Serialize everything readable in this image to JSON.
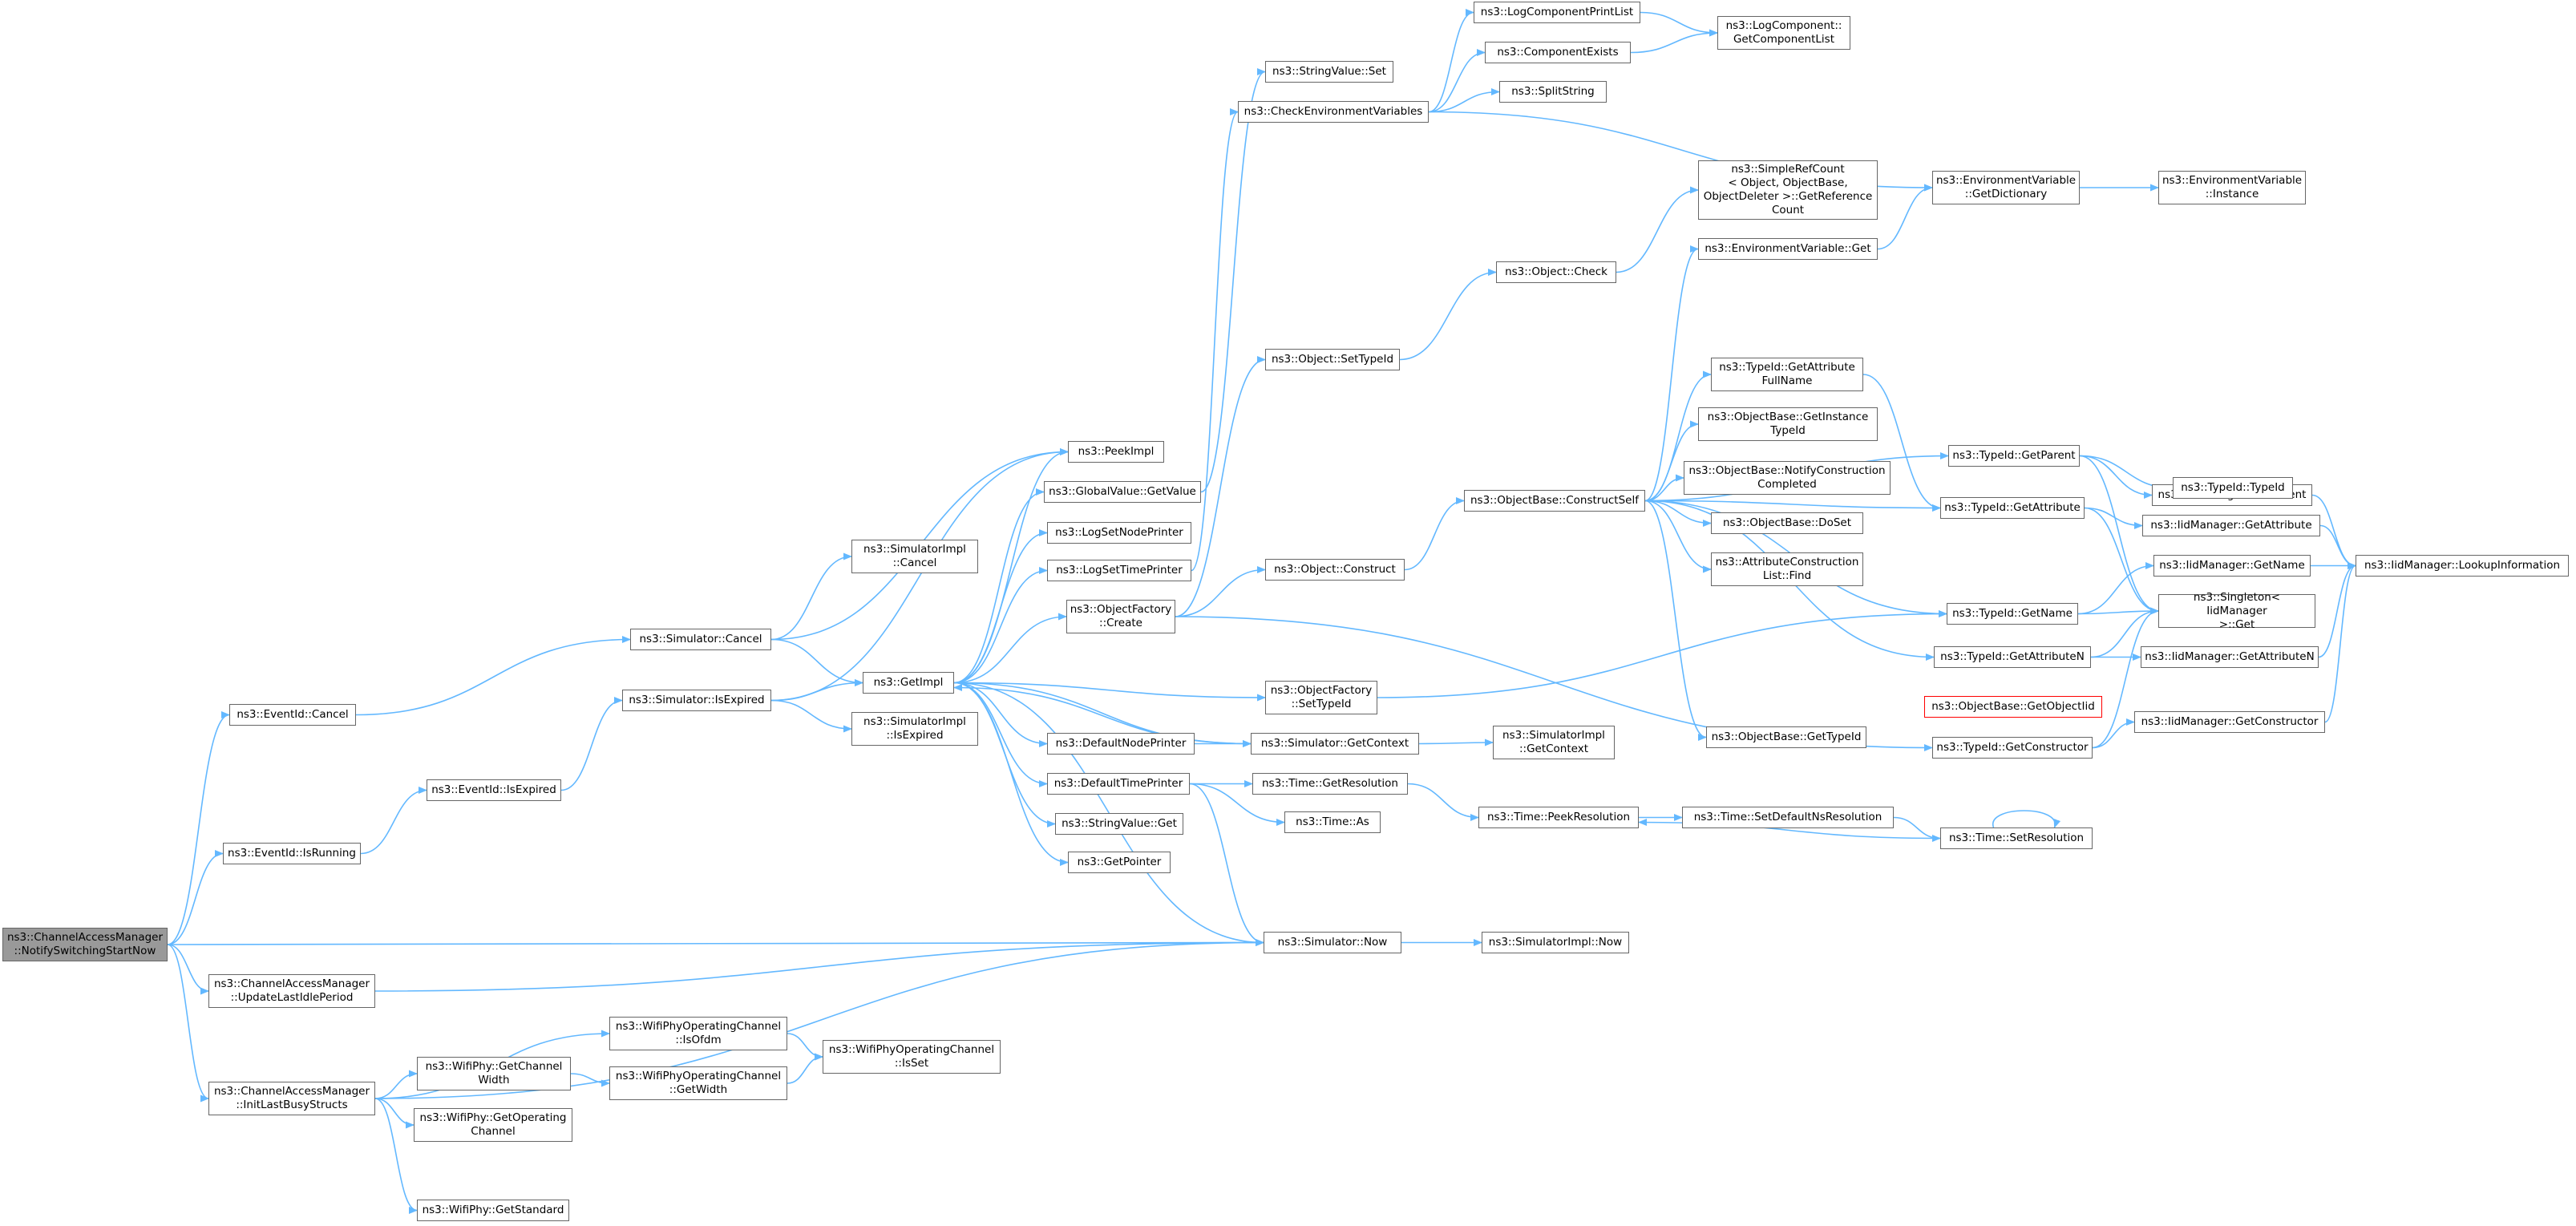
{
  "colors": {
    "edge": "#63b8ff",
    "border": "#666666",
    "root_fill": "#999999",
    "red_border": "#ff0000"
  },
  "nodes": {
    "root": "ns3::ChannelAccessManager\n::NotifySwitchingStartNow",
    "eventid_cancel": "ns3::EventId::Cancel",
    "eventid_isrunning": "ns3::EventId::IsRunning",
    "cam_updatelastidle": "ns3::ChannelAccessManager\n::UpdateLastIdlePeriod",
    "cam_initlastbusy": "ns3::ChannelAccessManager\n::InitLastBusyStructs",
    "eventid_isexpired": "ns3::EventId::IsExpired",
    "wifiphy_getchannelwidth": "ns3::WifiPhy::GetChannel\nWidth",
    "wifiphy_getoperatingchannel": "ns3::WifiPhy::GetOperating\nChannel",
    "wifiphy_getstandard": "ns3::WifiPhy::GetStandard",
    "simulator_cancel": "ns3::Simulator::Cancel",
    "simulator_isexpired": "ns3::Simulator::IsExpired",
    "simimpl_cancel": "ns3::SimulatorImpl\n::Cancel",
    "simimpl_isexpired": "ns3::SimulatorImpl\n::IsExpired",
    "wopc_isofdm": "ns3::WifiPhyOperatingChannel\n::IsOfdm",
    "wopc_getwidth": "ns3::WifiPhyOperatingChannel\n::GetWidth",
    "wopc_isset": "ns3::WifiPhyOperatingChannel\n::IsSet",
    "getimpl": "ns3::GetImpl",
    "peekimpl": "ns3::PeekImpl",
    "globalvalue_getvalue": "ns3::GlobalValue::GetValue",
    "logsetnodeprinter": "ns3::LogSetNodePrinter",
    "logsettimeprinter": "ns3::LogSetTimePrinter",
    "objectfactory_create": "ns3::ObjectFactory\n::Create",
    "defaultnodeprinter": "ns3::DefaultNodePrinter",
    "defaulttimeprinter": "ns3::DefaultTimePrinter",
    "stringvalue_get": "ns3::StringValue::Get",
    "getpointer": "ns3::GetPointer",
    "stringvalue_set": "ns3::StringValue::Set",
    "checkenvvars": "ns3::CheckEnvironmentVariables",
    "object_settypeid": "ns3::Object::SetTypeId",
    "object_construct": "ns3::Object::Construct",
    "objectfactory_settypeid": "ns3::ObjectFactory\n::SetTypeId",
    "simulator_getcontext": "ns3::Simulator::GetContext",
    "time_getresolution": "ns3::Time::GetResolution",
    "time_as": "ns3::Time::As",
    "simulator_now": "ns3::Simulator::Now",
    "logcomponentprintlist": "ns3::LogComponentPrintList",
    "componentexists": "ns3::ComponentExists",
    "splitstring": "ns3::SplitString",
    "object_check": "ns3::Object::Check",
    "objectbase_constructself": "ns3::ObjectBase::ConstructSelf",
    "simimpl_getcontext": "ns3::SimulatorImpl\n::GetContext",
    "time_peekresolution": "ns3::Time::PeekResolution",
    "simimpl_now": "ns3::SimulatorImpl::Now",
    "logcomponent_getcomponentlist": "ns3::LogComponent::\nGetComponentList",
    "simplerefcount": "ns3::SimpleRefCount\n< Object, ObjectBase,\n ObjectDeleter >::GetReference\nCount",
    "envvar_get": "ns3::EnvironmentVariable::Get",
    "typeid_getattributefullname": "ns3::TypeId::GetAttribute\nFullName",
    "objectbase_getinstancetypeid": "ns3::ObjectBase::GetInstance\nTypeId",
    "objectbase_notifyconstructioncompleted": "ns3::ObjectBase::NotifyConstruction\nCompleted",
    "objectbase_doset": "ns3::ObjectBase::DoSet",
    "attributeconstructionlist_find": "ns3::AttributeConstruction\nList::Find",
    "objectbase_gettypeid": "ns3::ObjectBase::GetTypeId",
    "time_setdefaultnsresolution": "ns3::Time::SetDefaultNsResolution",
    "envvar_getdictionary": "ns3::EnvironmentVariable\n::GetDictionary",
    "typeid_getparent": "ns3::TypeId::GetParent",
    "typeid_getattribute": "ns3::TypeId::GetAttribute",
    "typeid_getname": "ns3::TypeId::GetName",
    "typeid_getattributen": "ns3::TypeId::GetAttributeN",
    "objectbase_getobjectiid": "ns3::ObjectBase::GetObjectIid",
    "typeid_getconstructor": "ns3::TypeId::GetConstructor",
    "time_setresolution": "ns3::Time::SetResolution",
    "envvar_instance": "ns3::EnvironmentVariable\n::Instance",
    "iidmanager_getparent": "ns3::IidManager::GetParent",
    "typeid_typeid": "ns3::TypeId::TypeId",
    "iidmanager_getattribute": "ns3::IidManager::GetAttribute",
    "iidmanager_getname": "ns3::IidManager::GetName",
    "singleton_get": "ns3::Singleton< IidManager\n >::Get",
    "iidmanager_getattributen": "ns3::IidManager::GetAttributeN",
    "iidmanager_getconstructor": "ns3::IidManager::GetConstructor",
    "iidmanager_lookupinformation": "ns3::IidManager::LookupInformation"
  }
}
